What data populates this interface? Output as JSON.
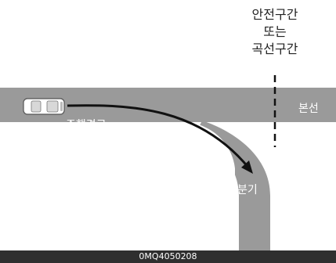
{
  "labels": {
    "section_line1": "안전구간",
    "section_line2": "또는",
    "section_line3": "곡선구간",
    "main_road": "본선",
    "travel_path": "주행경로",
    "branch": "분기"
  },
  "footer": {
    "code": "0MQ4050208"
  },
  "colors": {
    "road": "#9a9a9a",
    "road_edge": "#808080",
    "path_arrow": "#111111",
    "boundary_line": "#111111",
    "footer_bg": "#2f2f2f"
  },
  "icons": {
    "vehicle": "car-icon",
    "arrow": "arrow-head"
  }
}
